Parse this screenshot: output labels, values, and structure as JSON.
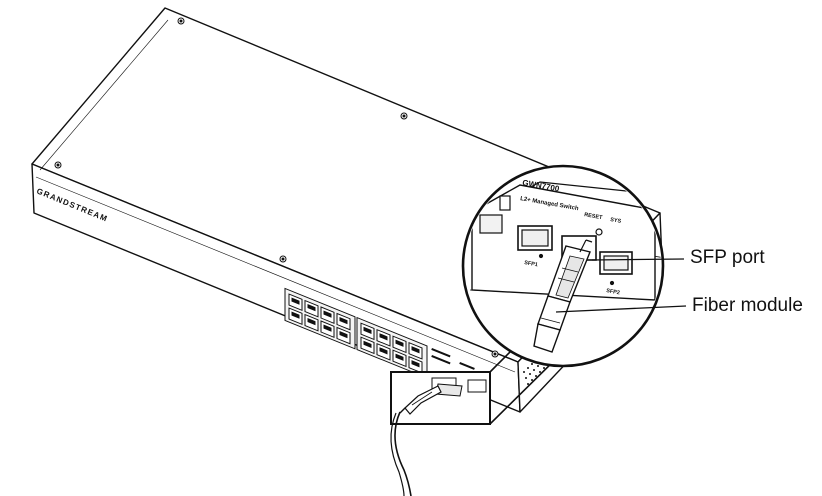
{
  "diagram": {
    "brand_text": "GRANDSTREAM",
    "model_text": "GWN7700",
    "subtitle_text": "L2+ Managed Switch",
    "reset_text": "RESET",
    "sys_text": "SYS",
    "port_label_left": "SFP1",
    "port_label_right": "SFP2",
    "callouts": {
      "sfp_port": "SFP port",
      "fiber_module": "Fiber module"
    }
  }
}
